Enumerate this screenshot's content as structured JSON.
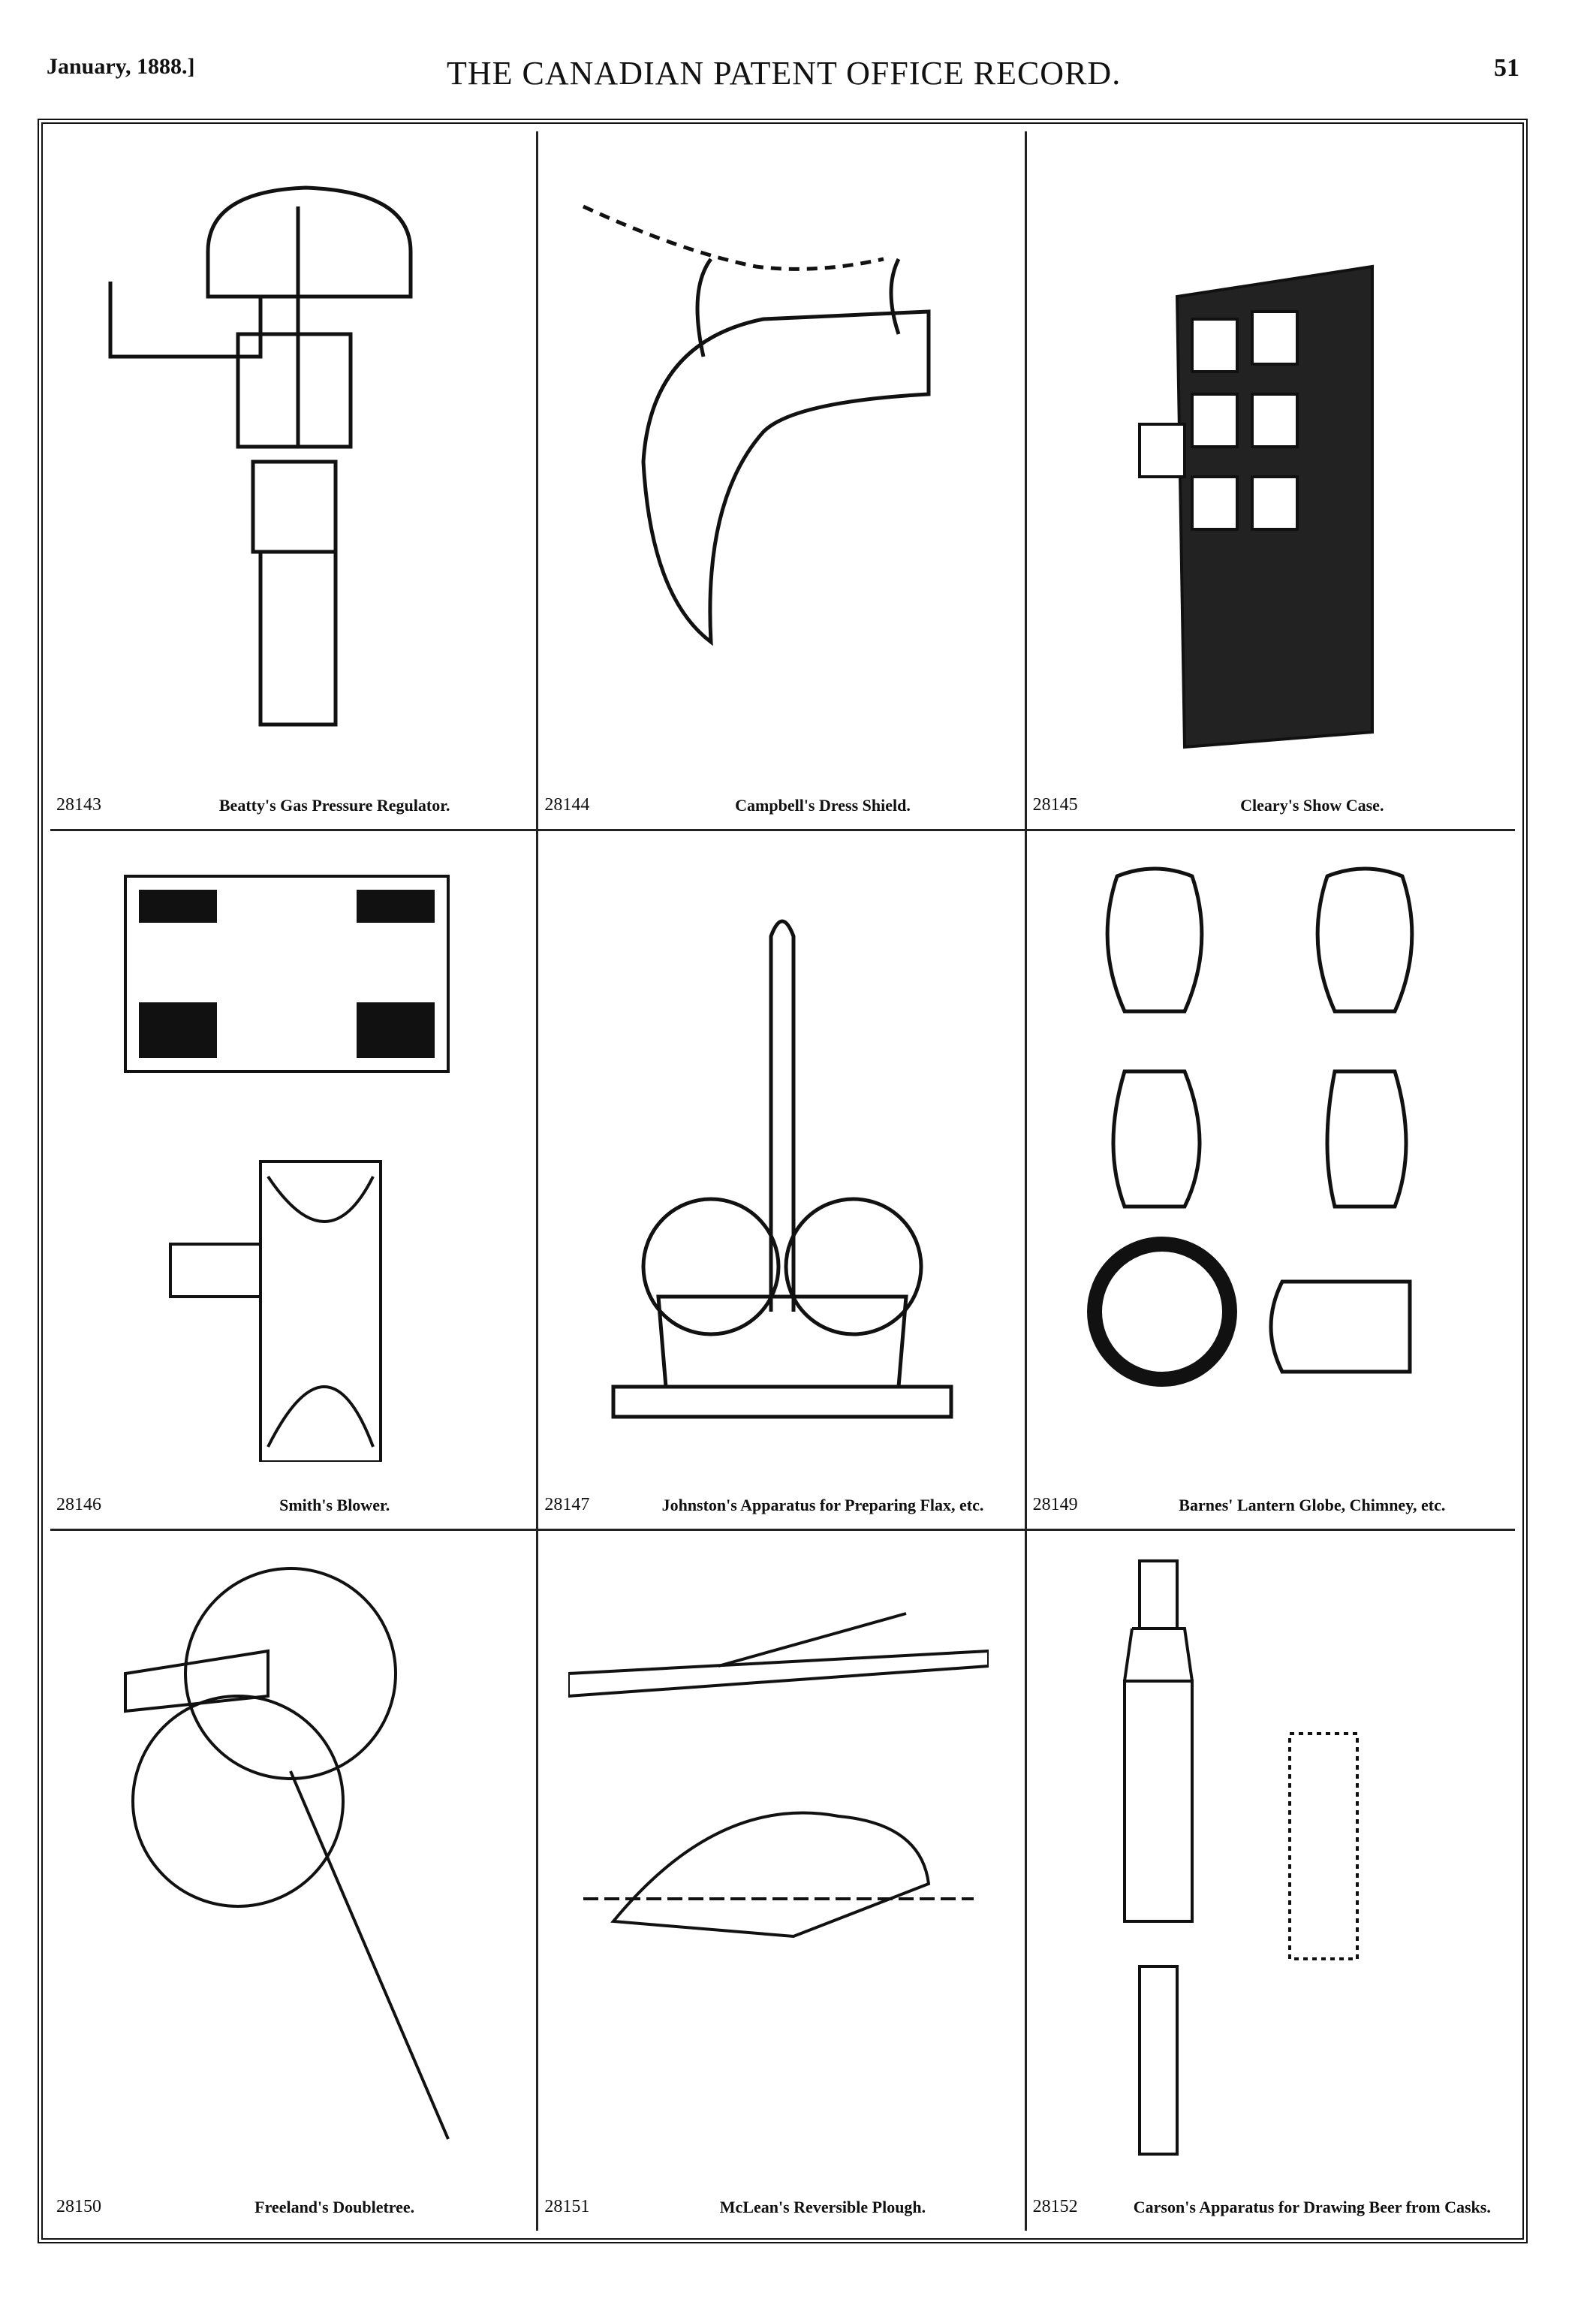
{
  "header": {
    "date": "January, 1888.]",
    "title": "THE CANADIAN PATENT OFFICE RECORD.",
    "page": "51"
  },
  "patents": [
    {
      "number": "28143",
      "name": "Beatty's Gas Pressure Regulator."
    },
    {
      "number": "28144",
      "name": "Campbell's Dress Shield."
    },
    {
      "number": "28145",
      "name": "Cleary's Show Case."
    },
    {
      "number": "28146",
      "name": "Smith's Blower."
    },
    {
      "number": "28147",
      "name": "Johnston's Apparatus for Preparing Flax, etc."
    },
    {
      "number": "28149",
      "name": "Barnes' Lantern Globe, Chimney, etc."
    },
    {
      "number": "28150",
      "name": "Freeland's Doubletree."
    },
    {
      "number": "28151",
      "name": "McLean's Reversible Plough."
    },
    {
      "number": "28152",
      "name": "Carson's Apparatus for Drawing Beer from Casks."
    }
  ]
}
